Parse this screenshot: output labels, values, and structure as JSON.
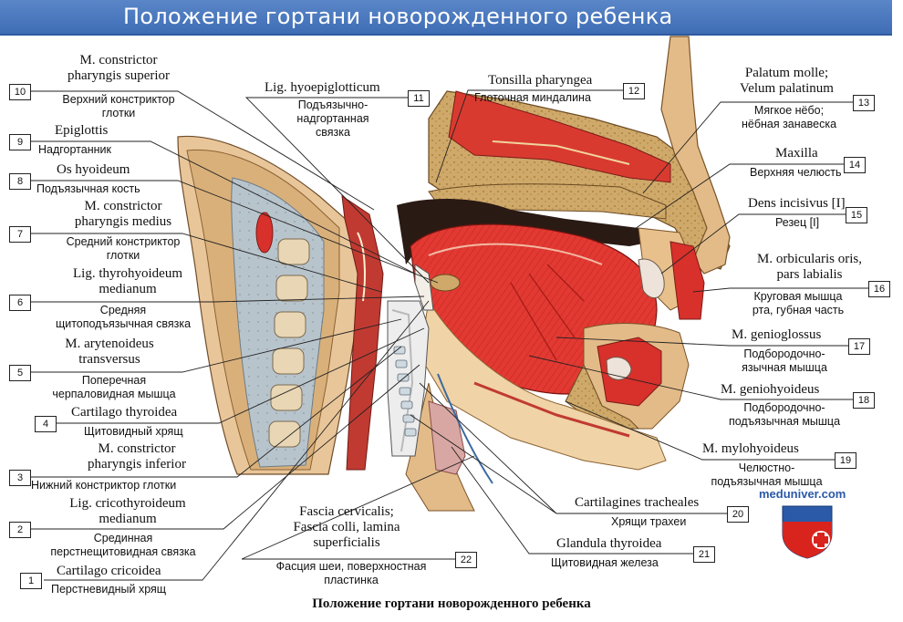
{
  "header": {
    "title": "Положение гортани новорожденного ребенка"
  },
  "caption": "Положение гортани новорожденного ребенка",
  "watermark": "meduniver.com",
  "labels": [
    {
      "num": "1",
      "latin": [
        "Cartilago cricoidea"
      ],
      "russian": [
        "Перстневидный хрящ"
      ]
    },
    {
      "num": "2",
      "latin": [
        "Lig. cricothyroideum",
        "medianum"
      ],
      "russian": [
        "Срединная",
        "перстнещитовидная связка"
      ]
    },
    {
      "num": "3",
      "latin": [
        "M. constrictor",
        "pharyngis inferior"
      ],
      "russian": [
        "Нижний констриктор глотки"
      ]
    },
    {
      "num": "4",
      "latin": [
        "Cartilago thyroidea"
      ],
      "russian": [
        "Щитовидный хрящ"
      ]
    },
    {
      "num": "5",
      "latin": [
        "M. arytenoideus",
        "transversus"
      ],
      "russian": [
        "Поперечная",
        "черпаловидная мышца"
      ]
    },
    {
      "num": "6",
      "latin": [
        "Lig. thyrohyoideum",
        "medianum"
      ],
      "russian": [
        "Средняя",
        "щитоподъязычная связка"
      ]
    },
    {
      "num": "7",
      "latin": [
        "M. constrictor",
        "pharyngis medius"
      ],
      "russian": [
        "Средний констриктор",
        "глотки"
      ]
    },
    {
      "num": "8",
      "latin": [
        "Os hyoideum"
      ],
      "russian": [
        "Подъязычная кость"
      ]
    },
    {
      "num": "9",
      "latin": [
        "Epiglottis"
      ],
      "russian": [
        "Надгортанник"
      ]
    },
    {
      "num": "10",
      "latin": [
        "M. constrictor",
        "pharyngis superior"
      ],
      "russian": [
        "Верхний констриктор",
        "глотки"
      ]
    },
    {
      "num": "11",
      "latin": [
        "Lig. hyoepiglotticum"
      ],
      "russian": [
        "Подъязычно-",
        "надгортанная",
        "связка"
      ]
    },
    {
      "num": "12",
      "latin": [
        "Tonsilla pharyngea"
      ],
      "russian": [
        "Глоточная миндалина"
      ]
    },
    {
      "num": "13",
      "latin": [
        "Palatum molle;",
        "Velum palatinum"
      ],
      "russian": [
        "Мягкое нёбо;",
        "нёбная занавеска"
      ]
    },
    {
      "num": "14",
      "latin": [
        "Maxilla"
      ],
      "russian": [
        "Верхняя челюсть"
      ]
    },
    {
      "num": "15",
      "latin": [
        "Dens incisivus [I]"
      ],
      "russian": [
        "Резец [I]"
      ]
    },
    {
      "num": "16",
      "latin": [
        "M. orbicularis oris,",
        "pars labialis"
      ],
      "russian": [
        "Круговая мышца",
        "рта, губная часть"
      ]
    },
    {
      "num": "17",
      "latin": [
        "M. genioglossus"
      ],
      "russian": [
        "Подбородочно-",
        "язычная мышца"
      ]
    },
    {
      "num": "18",
      "latin": [
        "M. geniohyoideus"
      ],
      "russian": [
        "Подбородочно-",
        "подъязычная мышца"
      ]
    },
    {
      "num": "19",
      "latin": [
        "M. mylohyoideus"
      ],
      "russian": [
        "Челюстно-",
        "подъязычная мышца"
      ]
    },
    {
      "num": "20",
      "latin": [
        "Cartilagines tracheales"
      ],
      "russian": [
        "Хрящи трахеи"
      ]
    },
    {
      "num": "21",
      "latin": [
        "Glandula thyroidea"
      ],
      "russian": [
        "Щитовидная железа"
      ]
    },
    {
      "num": "22",
      "latin": [
        "Fascia cervicalis;",
        "Fascia colli, lamina",
        "superficialis"
      ],
      "russian": [
        "Фасция шеи, поверхностная",
        "пластинка"
      ]
    }
  ]
}
